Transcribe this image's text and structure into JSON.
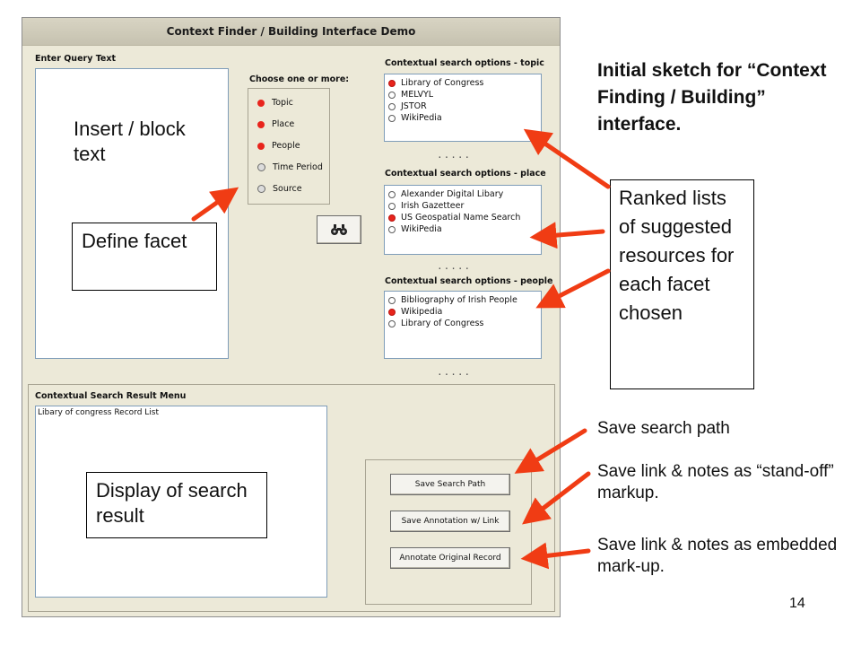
{
  "window": {
    "title": "Context Finder / Building Interface Demo",
    "query_label": "Enter Query Text",
    "facet_label": "Choose one or more:",
    "facets": [
      {
        "label": "Topic",
        "state": "selected"
      },
      {
        "label": "Place",
        "state": "selected"
      },
      {
        "label": "People",
        "state": "selected"
      },
      {
        "label": "Time Period",
        "state": "unselected"
      },
      {
        "label": "Source",
        "state": "unselected"
      }
    ],
    "topic_group": {
      "label": "Contextual search options - topic",
      "items": [
        {
          "label": "Library of Congress",
          "selected": true
        },
        {
          "label": "MELVYL",
          "selected": false
        },
        {
          "label": "JSTOR",
          "selected": false
        },
        {
          "label": "WikiPedia",
          "selected": false
        }
      ]
    },
    "place_group": {
      "label": "Contextual search options - place",
      "items": [
        {
          "label": "Alexander Digital Libary",
          "selected": false
        },
        {
          "label": "Irish Gazetteer",
          "selected": false
        },
        {
          "label": "US Geospatial Name Search",
          "selected": true
        },
        {
          "label": "WikiPedia",
          "selected": false
        }
      ]
    },
    "people_group": {
      "label": "Contextual search options - people",
      "items": [
        {
          "label": "Bibliography of Irish People",
          "selected": false
        },
        {
          "label": "Wikipedia",
          "selected": true
        },
        {
          "label": "Library of Congress",
          "selected": false
        }
      ]
    },
    "ellipsis": ".....",
    "result_label": "Contextual Search Result Menu",
    "result_text": "Libary of congress Record List",
    "buttons": {
      "save_path": "Save Search Path",
      "save_annotation": "Save Annotation w/ Link",
      "annotate_record": "Annotate Original Record"
    }
  },
  "callouts": {
    "insert_text": "Insert / block text",
    "define_facet": "Define facet",
    "display_result": "Display of search result",
    "ranked_lists": "Ranked lists of suggested resources for each facet chosen",
    "heading": "Initial sketch for “Context Finding / Building” interface.",
    "save_search_path": "Save search path",
    "save_standoff": "Save link & notes as “stand-off” markup.",
    "save_embedded": "Save link & notes as embedded mark-up."
  },
  "page_number": "14",
  "colors": {
    "arrow": "#f03c14",
    "window_bg": "#ece9d8",
    "selected_radio": "#e8241c"
  },
  "icons": {
    "search_button": "binoculars-icon"
  }
}
